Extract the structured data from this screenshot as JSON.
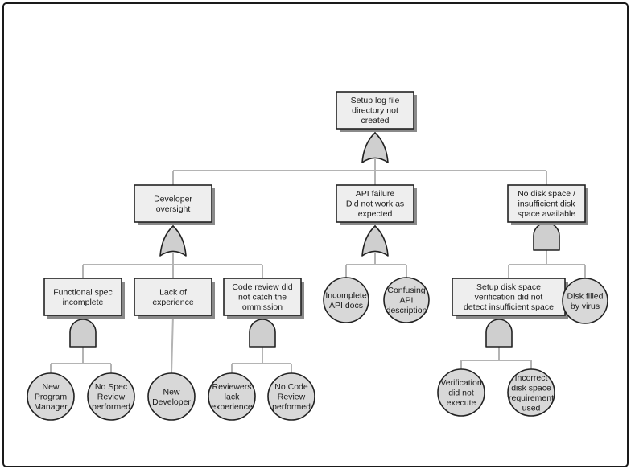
{
  "diagram": {
    "type": "fault-tree",
    "colors": {
      "event_fill": "#eeeeee",
      "event_stroke": "#222222",
      "basic_fill": "#d8d8d8",
      "gate_fill": "#cfcfcf",
      "connector": "#b4b4b4"
    },
    "nodes": {
      "top": {
        "kind": "event",
        "lines": [
          "Setup log file",
          "directory not",
          "created"
        ]
      },
      "developer": {
        "kind": "event",
        "lines": [
          "Developer",
          "oversight"
        ]
      },
      "api": {
        "kind": "event",
        "lines": [
          "API failure",
          "Did not work as",
          "expected"
        ]
      },
      "disk": {
        "kind": "event",
        "lines": [
          "No disk space /",
          "insufficient disk",
          "space available"
        ]
      },
      "funcspec": {
        "kind": "event",
        "lines": [
          "Functional spec",
          "incomplete"
        ]
      },
      "lack": {
        "kind": "event",
        "lines": [
          "Lack of",
          "experience"
        ]
      },
      "codereview": {
        "kind": "event",
        "lines": [
          "Code review did",
          "not catch the",
          "ommission"
        ]
      },
      "setupverif": {
        "kind": "event",
        "lines": [
          "Setup disk space",
          "verification did not",
          "detect insufficient space"
        ]
      },
      "incomplete_api": {
        "kind": "basic",
        "lines": [
          "Incomplete",
          "API docs"
        ]
      },
      "confusing_api": {
        "kind": "basic",
        "lines": [
          "Confusing",
          "API",
          "description"
        ]
      },
      "virus": {
        "kind": "basic",
        "lines": [
          "Disk filled",
          "by virus"
        ]
      },
      "new_pm": {
        "kind": "basic",
        "lines": [
          "New",
          "Program",
          "Manager"
        ]
      },
      "no_spec": {
        "kind": "basic",
        "lines": [
          "No Spec",
          "Review",
          "performed"
        ]
      },
      "new_dev": {
        "kind": "basic",
        "lines": [
          "New",
          "Developer"
        ]
      },
      "reviewers": {
        "kind": "basic",
        "lines": [
          "Reviewers",
          "lack",
          "experience"
        ]
      },
      "no_code": {
        "kind": "basic",
        "lines": [
          "No Code",
          "Review",
          "performed"
        ]
      },
      "verif_exec": {
        "kind": "basic",
        "lines": [
          "Verification",
          "did not",
          "execute"
        ]
      },
      "incorrect_req": {
        "kind": "basic",
        "lines": [
          "Incorrect",
          "disk space",
          "requirement",
          "used"
        ]
      }
    },
    "gates": [
      {
        "id": "g_top",
        "type": "or",
        "parent": "top",
        "children": [
          "developer",
          "api",
          "disk"
        ]
      },
      {
        "id": "g_developer",
        "type": "or",
        "parent": "developer",
        "children": [
          "funcspec",
          "lack",
          "codereview"
        ]
      },
      {
        "id": "g_api",
        "type": "or",
        "parent": "api",
        "children": [
          "incomplete_api",
          "confusing_api"
        ]
      },
      {
        "id": "g_disk",
        "type": "and",
        "parent": "disk",
        "children": [
          "setupverif",
          "virus"
        ]
      },
      {
        "id": "g_funcspec",
        "type": "and",
        "parent": "funcspec",
        "children": [
          "new_pm",
          "no_spec"
        ]
      },
      {
        "id": "g_codereview",
        "type": "and",
        "parent": "codereview",
        "children": [
          "reviewers",
          "no_code"
        ]
      },
      {
        "id": "g_setupverif",
        "type": "and",
        "parent": "setupverif",
        "children": [
          "verif_exec",
          "incorrect_req"
        ]
      }
    ],
    "direct_links": [
      {
        "parent": "lack",
        "child": "new_dev"
      }
    ]
  }
}
